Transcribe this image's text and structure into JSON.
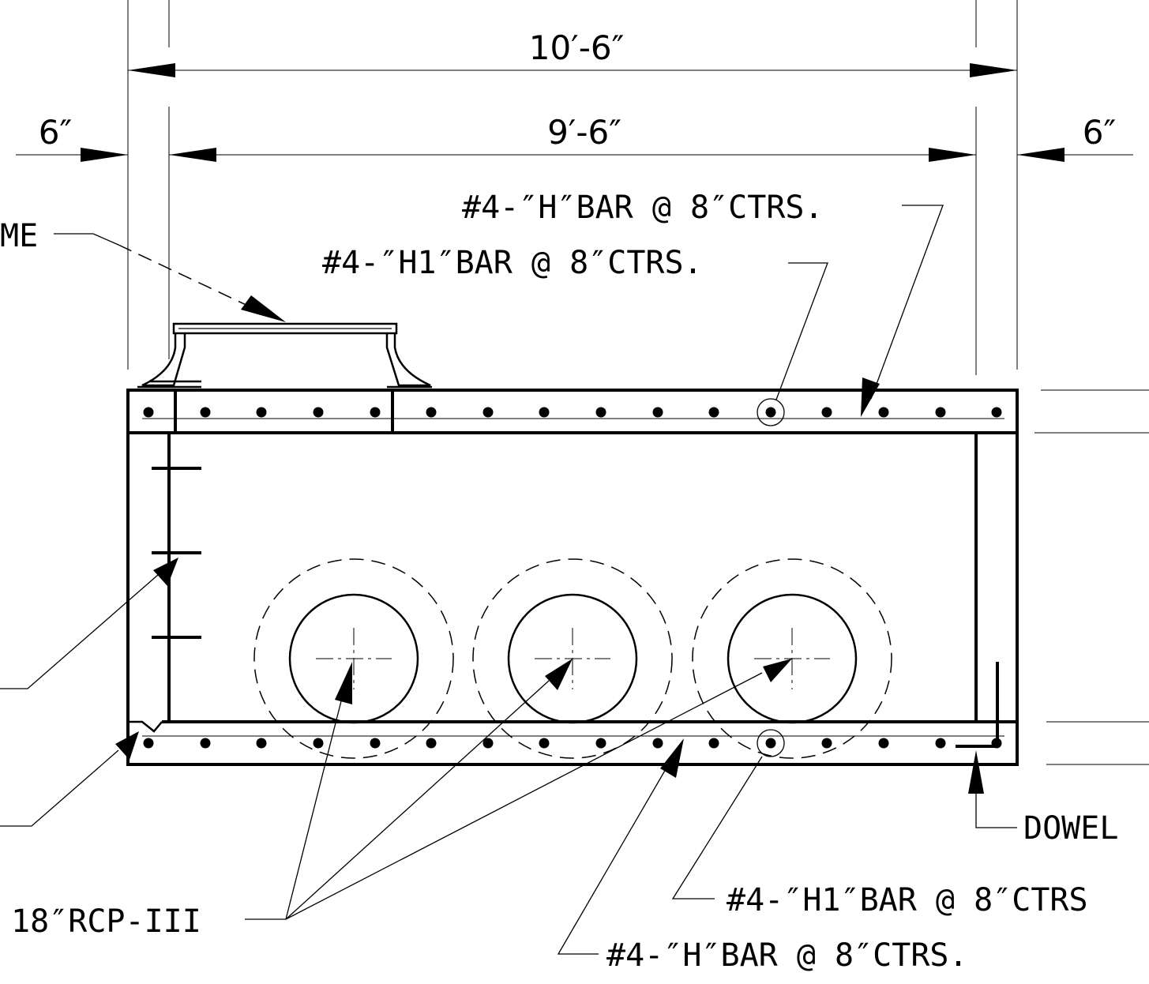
{
  "dimensions": {
    "overall": "10′-6″",
    "inner": "9′-6″",
    "left_wall": "6″",
    "right_wall": "6″"
  },
  "labels": {
    "frame_partial": "ME",
    "h_bar_top": "#4-″H″BAR @ 8″CTRS.",
    "h1_bar_top": "#4-″H1″BAR @ 8″CTRS.",
    "dowel": "DOWEL",
    "h1_bar_bottom": "#4-″H1″BAR @ 8″CTRS",
    "pipe": "18″RCP-III",
    "h_bar_bottom": "#4-″H″BAR @ 8″CTRS."
  }
}
